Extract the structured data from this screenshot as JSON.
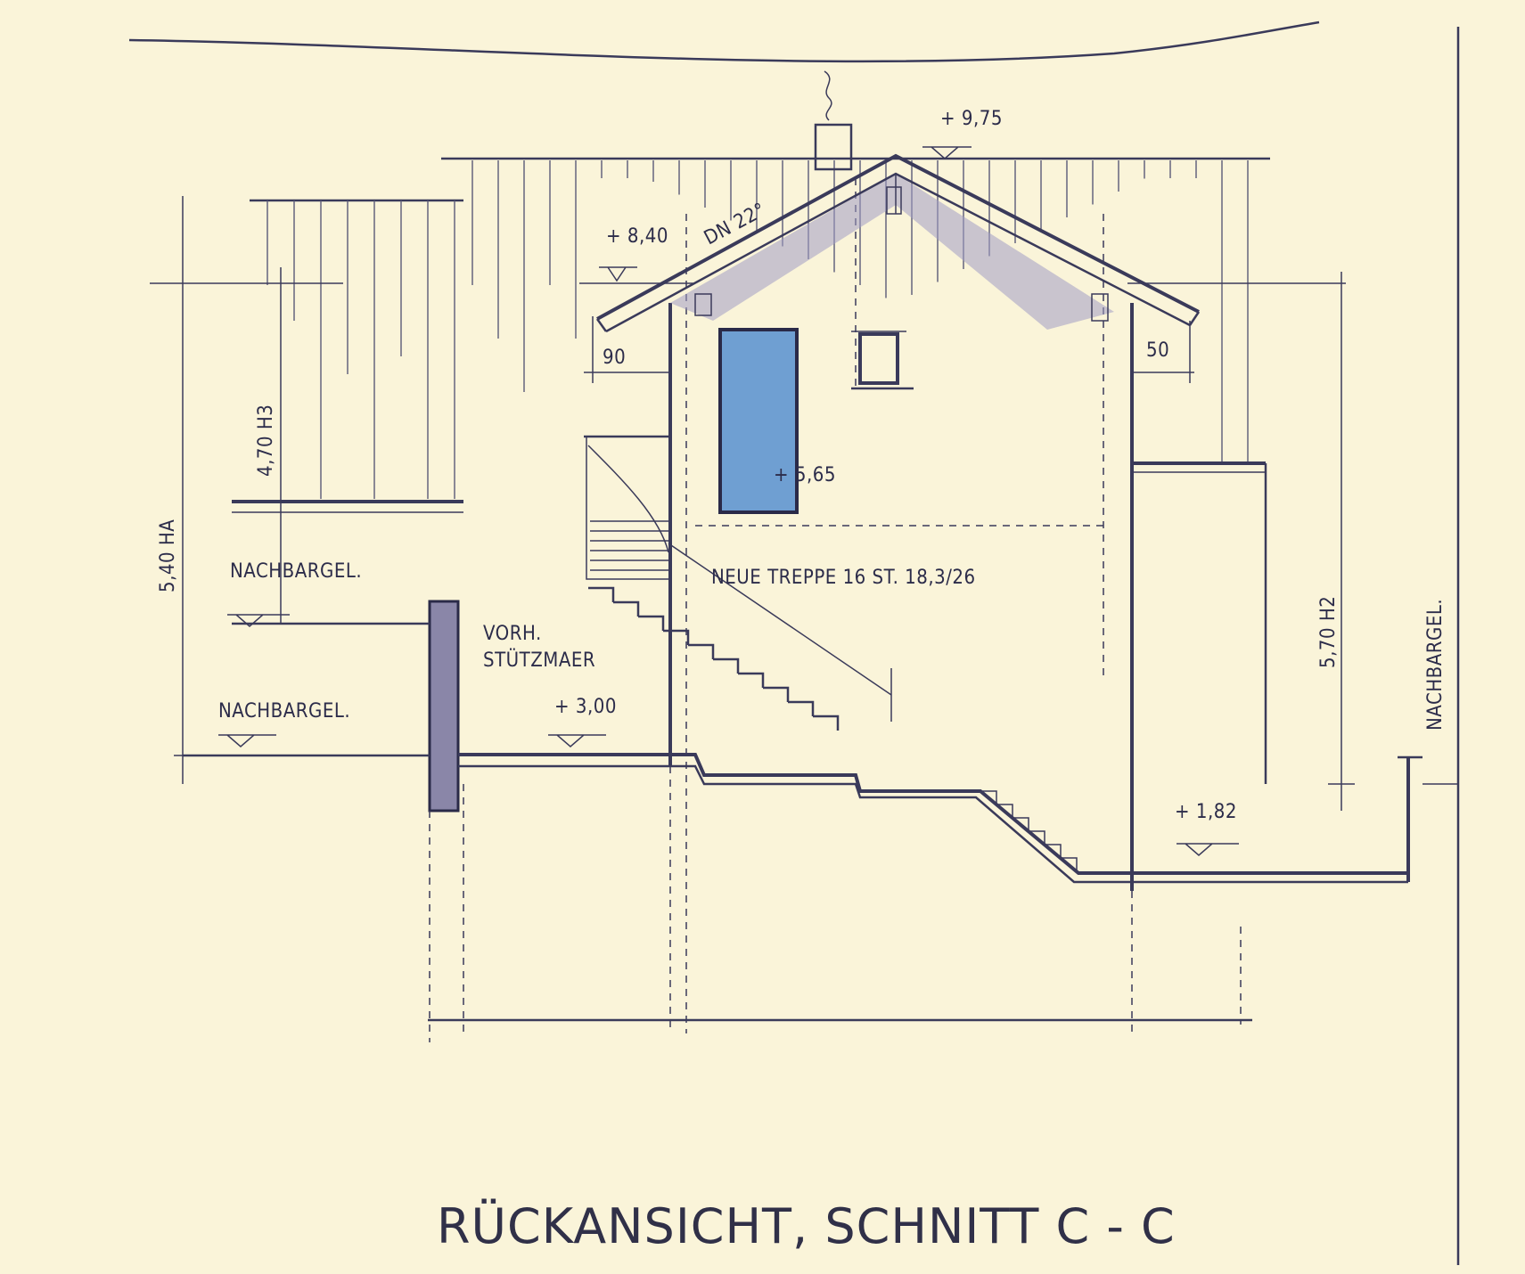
{
  "drawing": {
    "title": "RÜCKANSICHT, SCHNITT C - C",
    "colors": {
      "paper": "#faf4d9",
      "ink": "#3a3a5a",
      "door": "#6f9fd2",
      "shadow": "#a09cc4"
    },
    "labels": {
      "level_ridge": "+ 9,75",
      "level_eaves": "+ 8,40",
      "roof_pitch": "DN 22°",
      "overhang_left": "90",
      "overhang_right": "50",
      "level_door": "+ 5,65",
      "stair_note": "NEUE TREPPE  16 ST. 18,3/26",
      "dim_left_outer": "5,40 HA",
      "dim_left_inner": "4,70 H3",
      "dim_right": "5,70 H2",
      "neighbor_upper": "NACHBARGEL.",
      "neighbor_lower": "NACHBARGEL.",
      "neighbor_right": "NACHBARGEL.",
      "wall_note_1": "VORH.",
      "wall_note_2": "STÜTZMAER",
      "level_terrace": "+ 3,00",
      "level_bottom": "+ 1,82"
    }
  }
}
